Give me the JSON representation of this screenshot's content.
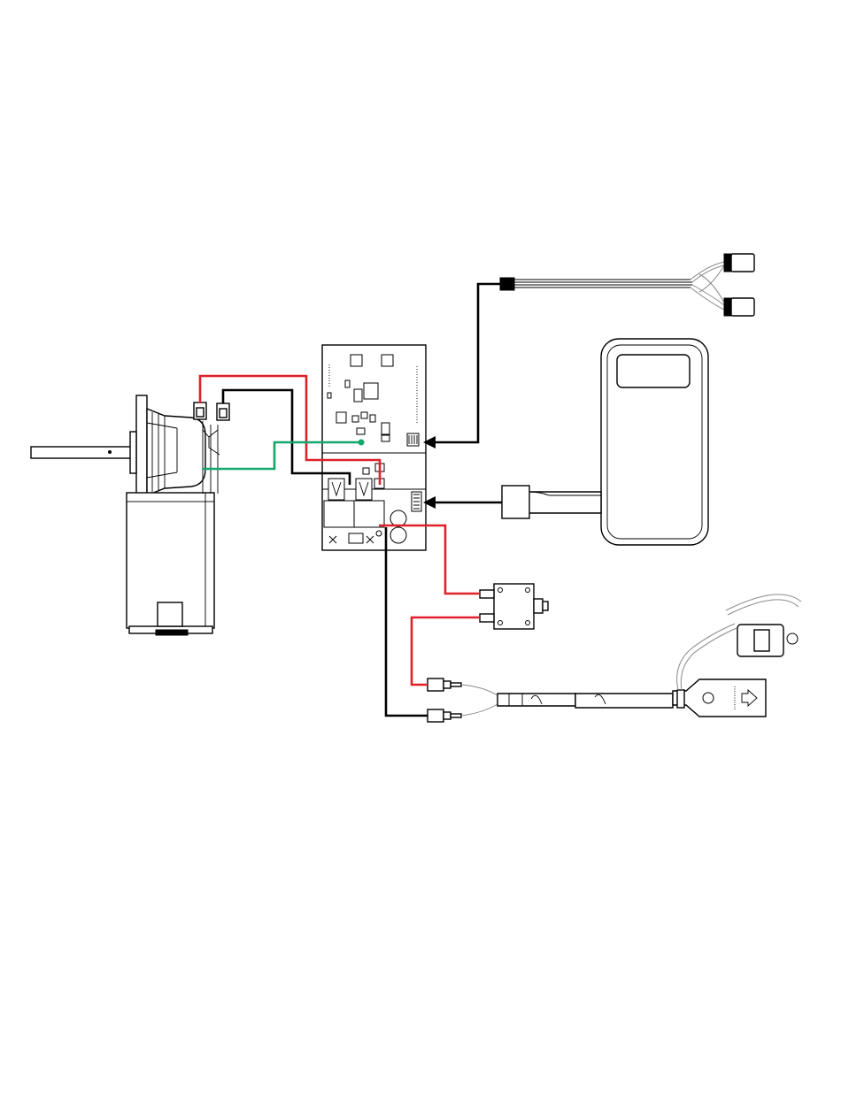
{
  "diagram": {
    "components": [
      {
        "id": "motor",
        "icon": "gear-motor-icon"
      },
      {
        "id": "control_board",
        "icon": "circuit-board-icon"
      },
      {
        "id": "dual_connector_harness",
        "icon": "harness-icon"
      },
      {
        "id": "hand_control",
        "icon": "remote-control-icon"
      },
      {
        "id": "circuit_breaker",
        "icon": "circuit-breaker-icon"
      },
      {
        "id": "power_cable",
        "icon": "power-plug-icon"
      }
    ],
    "connections": [
      {
        "from": "motor",
        "to": "control_board",
        "color": "red"
      },
      {
        "from": "motor",
        "to": "control_board",
        "color": "black"
      },
      {
        "from": "motor",
        "to": "control_board",
        "color": "green"
      },
      {
        "from": "dual_connector_harness",
        "to": "control_board",
        "color": "black",
        "style": "arrow"
      },
      {
        "from": "hand_control",
        "to": "control_board",
        "color": "black",
        "style": "arrow"
      },
      {
        "from": "control_board",
        "to": "circuit_breaker",
        "color": "red"
      },
      {
        "from": "circuit_breaker",
        "to": "power_cable",
        "color": "red"
      },
      {
        "from": "control_board",
        "to": "power_cable",
        "color": "black"
      }
    ],
    "colors": {
      "red": "#e0202a",
      "black": "#000000",
      "green": "#12a86c",
      "outline": "#000000",
      "cable_gray": "#8a8a8a"
    }
  }
}
